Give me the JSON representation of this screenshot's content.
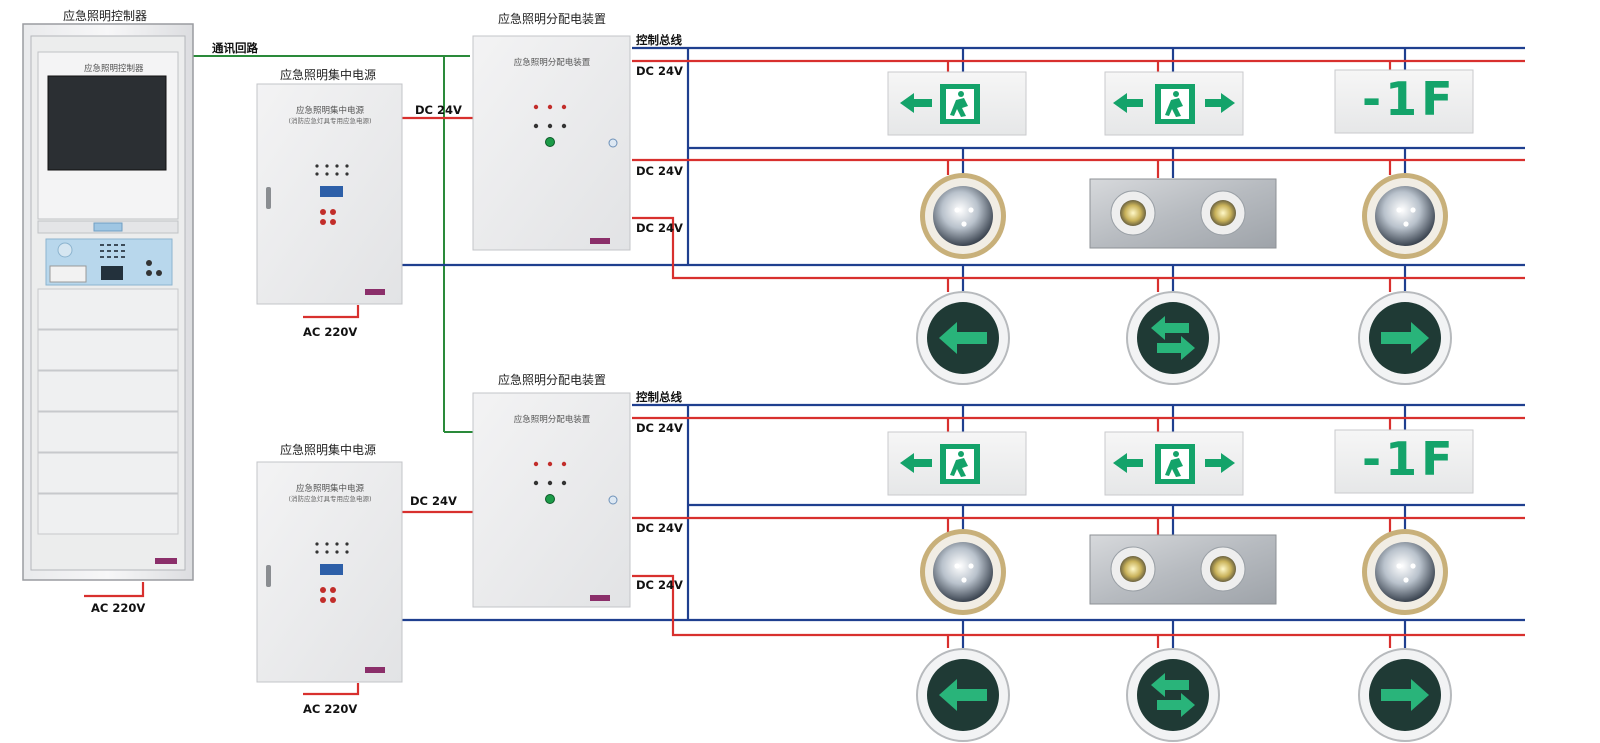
{
  "labels": {
    "controller_title": "应急照明控制器",
    "controller_screen_label": "应急照明控制器",
    "comm_loop": "通讯回路",
    "ac_controller": "AC 220V",
    "power_top_title": "应急照明集中电源",
    "power_top_inner_title": "应急照明集中电源",
    "power_top_inner_sub": "(消防应急灯具专用应急电源)",
    "power_top_dc": "DC 24V",
    "power_top_ac": "AC 220V",
    "power_bottom_title": "应急照明集中电源",
    "power_bottom_inner_title": "应急照明集中电源",
    "power_bottom_inner_sub": "(消防应急灯具专用应急电源)",
    "power_bottom_dc": "DC 24V",
    "power_bottom_ac": "AC 220V",
    "dist_top_title": "应急照明分配电装置",
    "dist_top_inner_title": "应急照明分配电装置",
    "dist_bottom_title": "应急照明分配电装置",
    "dist_bottom_inner_title": "应急照明分配电装置",
    "bus_top": "控制总线",
    "bus_top_dc1": "DC 24V",
    "bus_top_dc2": "DC 24V",
    "bus_top_dc3": "DC 24V",
    "bus_bottom": "控制总线",
    "bus_bottom_dc1": "DC 24V",
    "bus_bottom_dc2": "DC 24V",
    "bus_bottom_dc3": "DC 24V",
    "floor_sign_top": "-1F",
    "floor_sign_bottom": "-1F"
  },
  "colors": {
    "control_bus": "#1f3f8f",
    "power_line": "#d8302e",
    "comm_line": "#2a8a3a",
    "exit_green": "#14a36a"
  },
  "icons": [
    "exit-left-sign-icon",
    "exit-bidirectional-sign-icon",
    "floor-sign-icon",
    "downlight-icon",
    "twin-spotlight-icon",
    "floor-arrow-left-icon",
    "floor-arrow-bidirectional-icon",
    "floor-arrow-right-icon"
  ]
}
